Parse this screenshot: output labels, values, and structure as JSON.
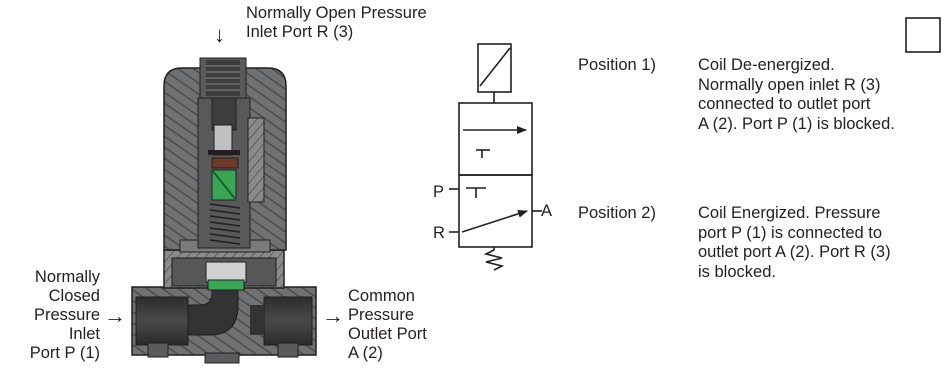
{
  "labels": {
    "no_inlet": [
      "Normally Open Pressure",
      "Inlet Port R (3)"
    ],
    "nc_inlet": [
      "Normally",
      "Closed",
      "Pressure",
      "Inlet",
      "Port P (1)"
    ],
    "outlet": [
      "Common",
      "Pressure",
      "Outlet Port",
      "A (2)"
    ]
  },
  "symbol": {
    "port_p": "P",
    "port_r": "R",
    "port_a": "A"
  },
  "positions": [
    {
      "title": "Position 1)",
      "lines": [
        "Coil De-energized.",
        "Normally open inlet R (3)",
        "connected to outlet port",
        "A (2). Port P (1) is blocked."
      ]
    },
    {
      "title": "Position 2)",
      "lines": [
        "Coil Energized. Pressure",
        "port P (1) is connected to",
        "outlet port A (2). Port R (3)",
        "is blocked."
      ]
    }
  ],
  "colors": {
    "body_gray": "#6d6e71",
    "dark": "#3a3a3c",
    "green": "#3aa655",
    "line": "#231f20"
  }
}
